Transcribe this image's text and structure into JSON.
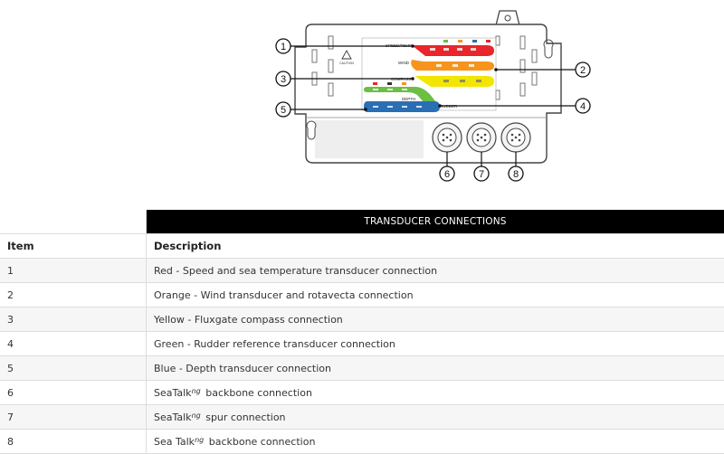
{
  "diagram": {
    "labels": {
      "speed_temp": "SPEED/TEMP",
      "wind": "WIND",
      "compass": "COMPASS",
      "depth": "DEPTH",
      "rudder": "RUDDER",
      "caution": "CAUTION"
    },
    "callouts": [
      "1",
      "2",
      "3",
      "4",
      "5",
      "6",
      "7",
      "8"
    ],
    "colors": {
      "red": "#e8262b",
      "orange": "#f7941d",
      "yellow": "#f2e600",
      "green": "#6cbe45",
      "blue": "#2a6eb5"
    }
  },
  "table": {
    "title": "TRANSDUCER CONNECTIONS",
    "columns": [
      "Item",
      "Description"
    ],
    "rows": [
      {
        "item": "1",
        "description": "Red - Speed and sea temperature transducer connection"
      },
      {
        "item": "2",
        "description": "Orange - Wind transducer and rotavecta connection"
      },
      {
        "item": "3",
        "description": "Yellow - Fluxgate compass connection"
      },
      {
        "item": "4",
        "description": "Green - Rudder reference transducer connection"
      },
      {
        "item": "5",
        "description": "Blue - Depth transducer connection"
      },
      {
        "item": "6",
        "description_prefix": "SeaTalk",
        "description_suffix": "ng",
        "description_rest": " backbone connection"
      },
      {
        "item": "7",
        "description_prefix": "SeaTalk",
        "description_suffix": "ng",
        "description_rest": " spur connection"
      },
      {
        "item": "8",
        "description_prefix": "Sea Talk",
        "description_suffix": "ng",
        "description_rest": " backbone connection"
      }
    ]
  }
}
